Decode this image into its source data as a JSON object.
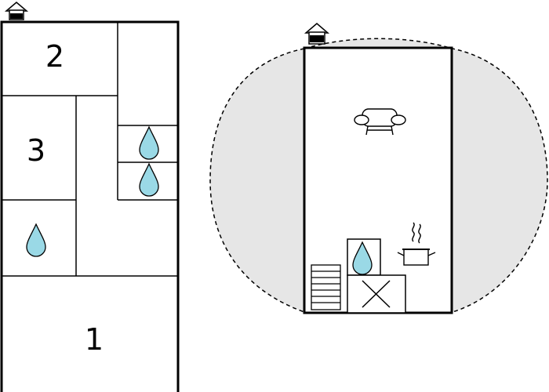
{
  "colors": {
    "wall": "#000000",
    "outdoor_area": "#e6e6e6",
    "water_drop": "#9ad9e6",
    "background": "#ffffff"
  },
  "left_plan": {
    "entrance_icon": "house-entrance-icon",
    "rooms": [
      {
        "label": "2"
      },
      {
        "label": "3"
      },
      {
        "label": "1"
      }
    ],
    "water_icons": [
      "water-drop-icon",
      "water-drop-icon",
      "water-drop-icon"
    ]
  },
  "right_plan": {
    "entrance_icon": "house-entrance-icon",
    "outdoor_area": "terrace",
    "icons": [
      "sofa-icon",
      "cooking-pot-icon",
      "water-drop-icon",
      "stove-icon",
      "radiator-icon"
    ]
  }
}
